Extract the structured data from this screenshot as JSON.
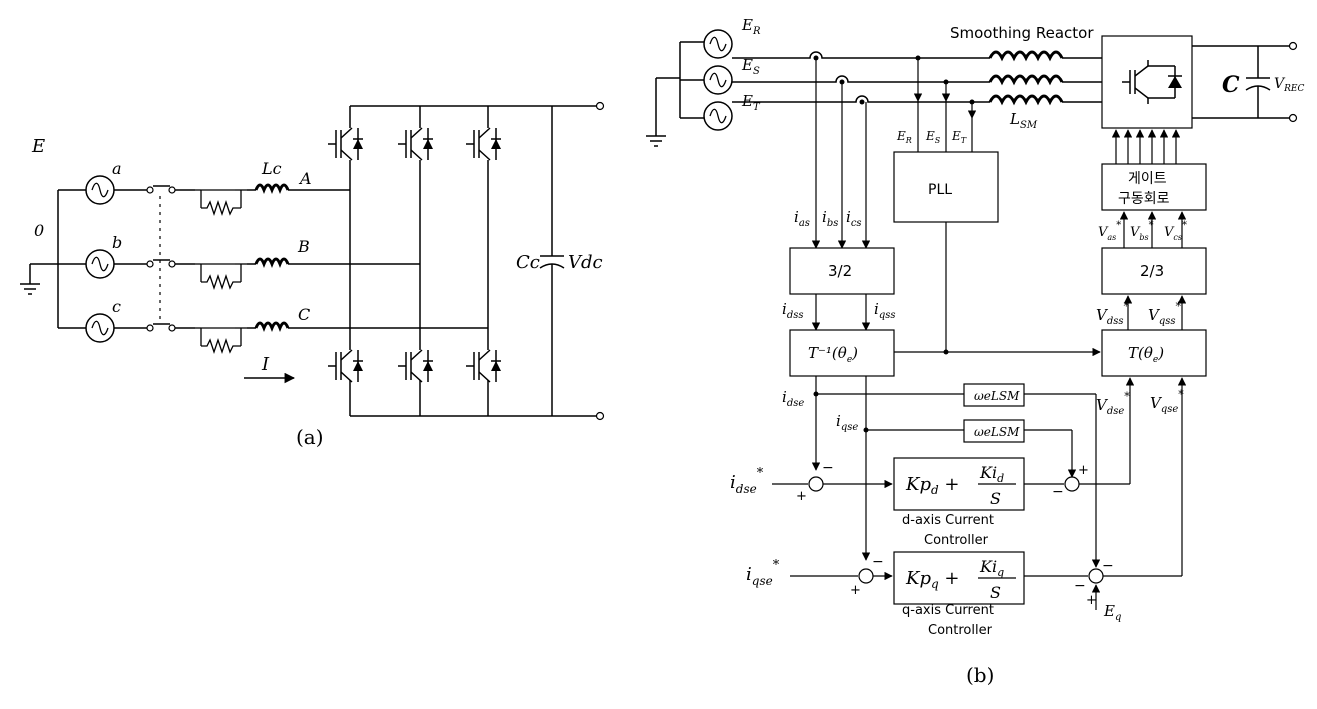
{
  "diagram_a": {
    "caption": "(a)",
    "source_label": "E",
    "neutral_label": "0",
    "phase_labels": [
      "a",
      "b",
      "c"
    ],
    "inductor_label": "Lc",
    "line_labels": [
      "A",
      "B",
      "C"
    ],
    "current_label": "I",
    "cap_label": "Cc",
    "dc_label": "Vdc"
  },
  "diagram_b": {
    "caption": "(b)",
    "sources": [
      "E",
      "E",
      "E"
    ],
    "source_subs": [
      "R",
      "S",
      "T"
    ],
    "reactor_title": "Smoothing Reactor",
    "reactor_label": "L",
    "reactor_sub": "SM",
    "pll_label": "PLL",
    "pll_inputs": [
      "E",
      "E",
      "E"
    ],
    "pll_input_subs": [
      "R",
      "S",
      "T"
    ],
    "cap_label": "C",
    "vrec_label": "V",
    "vrec_sub": "REC",
    "gate_driver": [
      "게이트",
      "구동회로"
    ],
    "block_32": "3/2",
    "block_23": "2/3",
    "block_tinv": "T⁻¹(θ",
    "block_t": "T(θ",
    "theta_sub": "e",
    "currents_abc": [
      "i",
      "i",
      "i"
    ],
    "currents_abc_subs": [
      "as",
      "bs",
      "cs"
    ],
    "i_dss": "dss",
    "i_qss": "qss",
    "i_dse": "dse",
    "i_qse": "qse",
    "v_abc_subs": [
      "as",
      "bs",
      "cs"
    ],
    "v_dss": "dss",
    "v_qss": "qss",
    "v_dse": "dse",
    "v_qse": "qse",
    "decouple_label": "ωeLSM",
    "ref_d": "dse",
    "ref_q": "qse",
    "pi_d_main": "Kp",
    "pi_d_sub": "d",
    "pi_d_num": "Ki",
    "pi_d_den": "S",
    "pi_q_main": "Kp",
    "pi_q_sub": "q",
    "pi_q_num": "Ki",
    "pi_q_den": "S",
    "d_controller": [
      "d-axis Current",
      "Controller"
    ],
    "q_controller": [
      "q-axis Current",
      "Controller"
    ],
    "eq_label": "E",
    "eq_sub": "q",
    "plus": "+",
    "minus": "−",
    "star": "*"
  }
}
